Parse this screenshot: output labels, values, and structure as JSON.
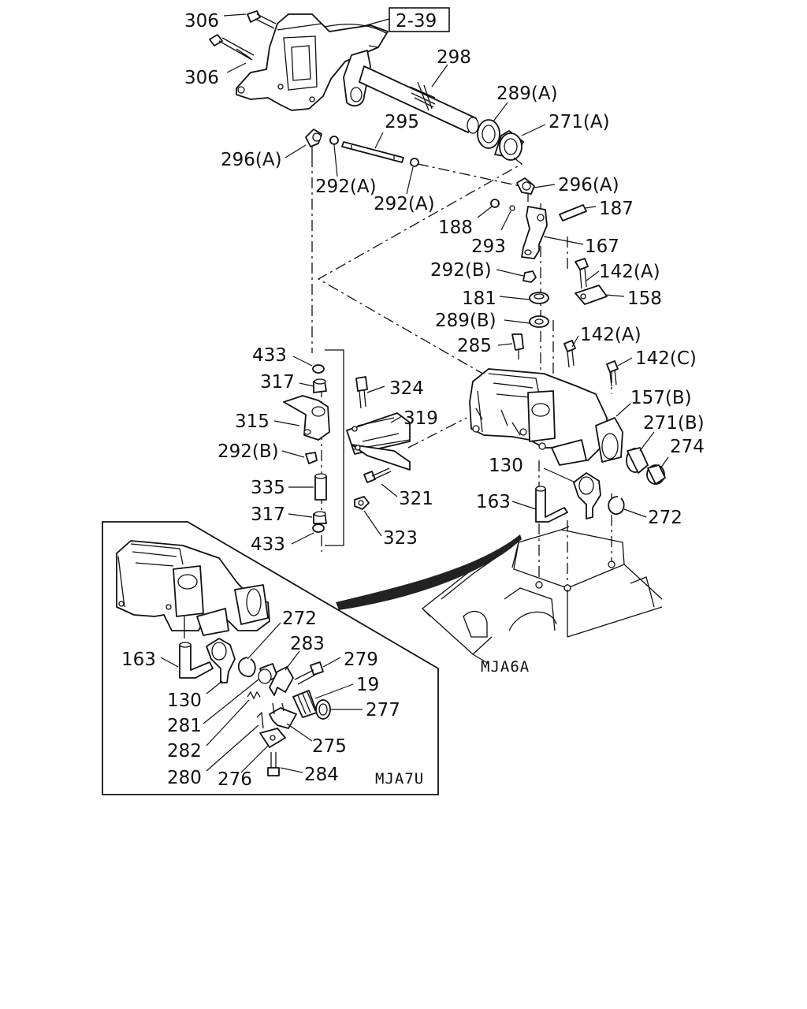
{
  "page_ref": "2-39",
  "codes": {
    "main": "MJA6A",
    "inset": "MJA7U"
  },
  "labels": {
    "l306a": "306",
    "l306b": "306",
    "l298": "298",
    "l289a": "289(A)",
    "l271a": "271(A)",
    "l295": "295",
    "l296a1": "296(A)",
    "l292a1": "292(A)",
    "l292a2": "292(A)",
    "l296a2": "296(A)",
    "l188": "188",
    "l187": "187",
    "l293": "293",
    "l167": "167",
    "l292b1": "292(B)",
    "l142a1": "142(A)",
    "l181": "181",
    "l158": "158",
    "l289b": "289(B)",
    "l285": "285",
    "l142a2": "142(A)",
    "l142c": "142(C)",
    "l433a": "433",
    "l317a": "317",
    "l324": "324",
    "l157b": "157(B)",
    "l315": "315",
    "l319": "319",
    "l271b": "271(B)",
    "l292b2": "292(B)",
    "l274": "274",
    "l130a": "130",
    "l335": "335",
    "l321": "321",
    "l163a": "163",
    "l272a": "272",
    "l317b": "317",
    "l323": "323",
    "l433b": "433",
    "l272b": "272",
    "l283": "283",
    "l163b": "163",
    "l279": "279",
    "l19": "19",
    "l130b": "130",
    "l277": "277",
    "l281": "281",
    "l275": "275",
    "l282": "282",
    "l280": "280",
    "l276": "276",
    "l284": "284"
  }
}
